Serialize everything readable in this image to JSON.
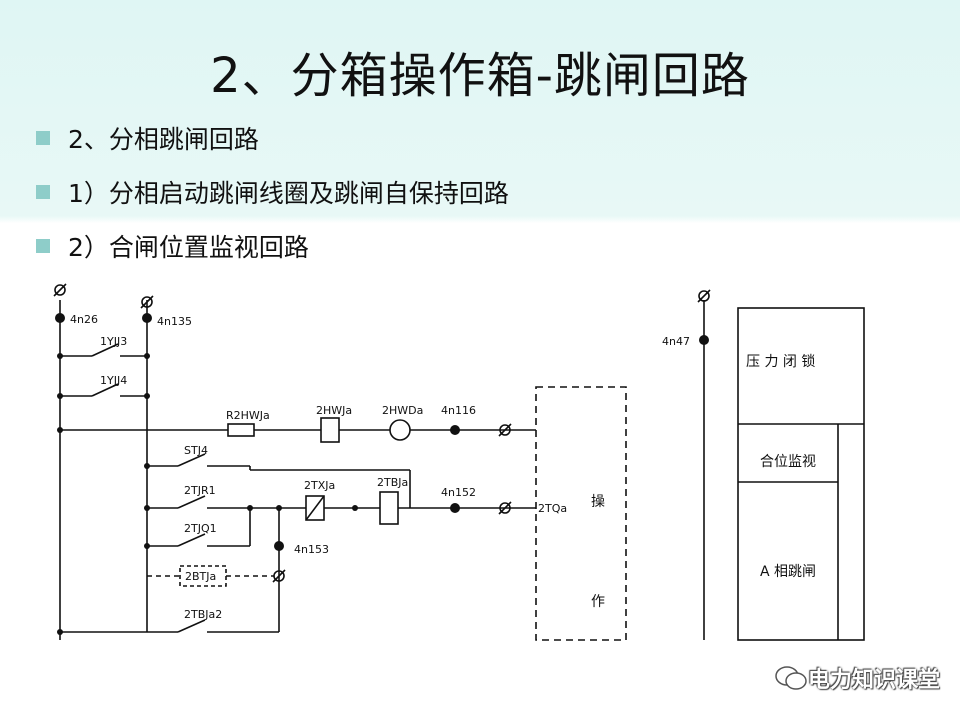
{
  "title": "2、分箱操作箱-跳闸回路",
  "bullets": [
    "2、分相跳闸回路",
    "1）分相启动跳闸线圈及跳闸自保持回路",
    "2）合闸位置监视回路"
  ],
  "diagram": {
    "terminal_4n26": "4n26",
    "terminal_4n135": "4n135",
    "relay_1yjj3": "1YJJ3",
    "relay_1yjj4": "1YJJ4",
    "resistor_r2hwja": "R2HWJa",
    "relay_2hwja": "2HWJa",
    "lamp_2hwda": "2HWDa",
    "terminal_4n116": "4n116",
    "relay_stj4": "STJ4",
    "relay_2tjr1": "2TJR1",
    "relay_2txja": "2TXJa",
    "relay_2tbja": "2TBJa",
    "terminal_4n152": "4n152",
    "coil_2tqa": "2TQa",
    "relay_2tjq1": "2TJQ1",
    "terminal_4n153": "4n153",
    "relay_2btja": "2BTJa",
    "relay_2tbja2": "2TBJa2",
    "mech_label_1": "操",
    "mech_label_2": "作",
    "terminal_4n47": "4n47",
    "box_pressure_lock": "压 力 闭 锁",
    "box_close_monitor": "合位监视",
    "box_a_trip": "A 相跳闸"
  },
  "watermark": "电力知识课堂"
}
